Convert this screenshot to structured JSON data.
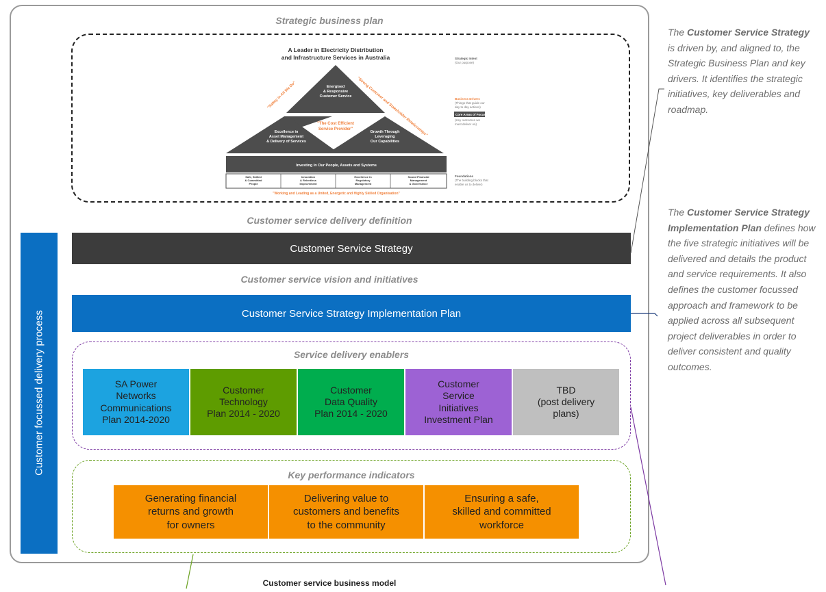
{
  "headings": {
    "strategic_plan": "Strategic business plan",
    "delivery_definition": "Customer  service delivery definition",
    "vision_initiatives": "Customer  service vision and initiatives",
    "enablers": "Service delivery enablers",
    "kpis": "Key performance indicators"
  },
  "house_diagram": {
    "title_line1": "A Leader in Electricity Distribution",
    "title_line2": "and Infrastructure Services in Australia",
    "top_triangle": [
      "Energised",
      "& Responsive",
      "Customer Service"
    ],
    "left_triangle": [
      "Excellence in",
      "Asset Management",
      "& Delivery of Services"
    ],
    "right_triangle": [
      "Growth Through",
      "Leveraging",
      "Our Capabilities"
    ],
    "center_quote": [
      "\"The Cost Efficient",
      "Service Provider\""
    ],
    "left_slope": "\"Safety in All We Do\"",
    "right_slope": "\"Strong Customer and Stakeholder Relationships\"",
    "investing_bar": "Investing In Our People, Assets and Systems",
    "foundation_cells": [
      [
        "Safe, Skilled",
        "& Committed",
        "People"
      ],
      [
        "Innovation",
        "& Relentless",
        "Improvement"
      ],
      [
        "Excellence in",
        "Regulatory",
        "Management"
      ],
      [
        "Sound Financial",
        "Management",
        "& Governance"
      ]
    ],
    "bottom_tagline": "\"Working and Leading as a United, Energetic and Highly Skilled Organisation\"",
    "side_labels": {
      "strategic_intent": [
        "Strategic Intent",
        "(Our purpose)"
      ],
      "business_drivers": [
        "Business Drivers",
        "(Things that guide our",
        "day to day actions)"
      ],
      "core_areas_box": "Core Areas of Focus",
      "core_areas": [
        "(Key outcomes we",
        "must deliver on)"
      ],
      "foundations": [
        "Foundations",
        "(The building blocks that",
        "enable us to deliver)"
      ]
    }
  },
  "bars": {
    "strategy": "Customer Service Strategy",
    "implementation": "Customer Service Strategy Implementation Plan"
  },
  "side_bar_label": "Customer focussed delivery process",
  "enabler_tiles": [
    {
      "label": "SA Power\nNetworks\nCommunications\nPlan 2014-2020",
      "color": "#1ca3e0"
    },
    {
      "label": "Customer\nTechnology\nPlan 2014 - 2020",
      "color": "#5e9c00"
    },
    {
      "label": "Customer\nData Quality\nPlan 2014 - 2020",
      "color": "#00ad4e"
    },
    {
      "label": "Customer\nService\nInitiatives\nInvestment Plan",
      "color": "#9d62d4"
    },
    {
      "label": "TBD\n(post delivery\nplans)",
      "color": "#bfbfbf"
    }
  ],
  "kpi_tiles": [
    "Generating financial\nreturns and growth\nfor owners",
    "Delivering value to\ncustomers and benefits\nto the community",
    "Ensuring a safe,\nskilled and committed\nworkforce"
  ],
  "notes": {
    "note1_pre": "The ",
    "note1_bold": "Customer Service Strategy",
    "note1_post": " is driven by, and aligned to, the Strategic Business Plan and key drivers. It identifies the strategic initiatives, key deliverables and roadmap.",
    "note2_pre": "The ",
    "note2_bold": "Customer Service Strategy Implementation Plan",
    "note2_post": " defines how the five strategic initiatives will be delivered and details the product and service requirements. It also defines the customer focussed approach and framework to be applied across all subsequent project deliverables in order to deliver consistent and quality outcomes."
  },
  "caption": "Customer service business model",
  "colors": {
    "strategy_bar": "#3c3c3c",
    "implementation_bar": "#0b6fc2",
    "side_bar": "#0b6fc2",
    "kpi_tile": "#f59000",
    "enablers_border": "#7d3aa3",
    "kpi_border": "#6aa121",
    "house_dark": "#4d4d4d",
    "house_orange": "#f0803c"
  }
}
